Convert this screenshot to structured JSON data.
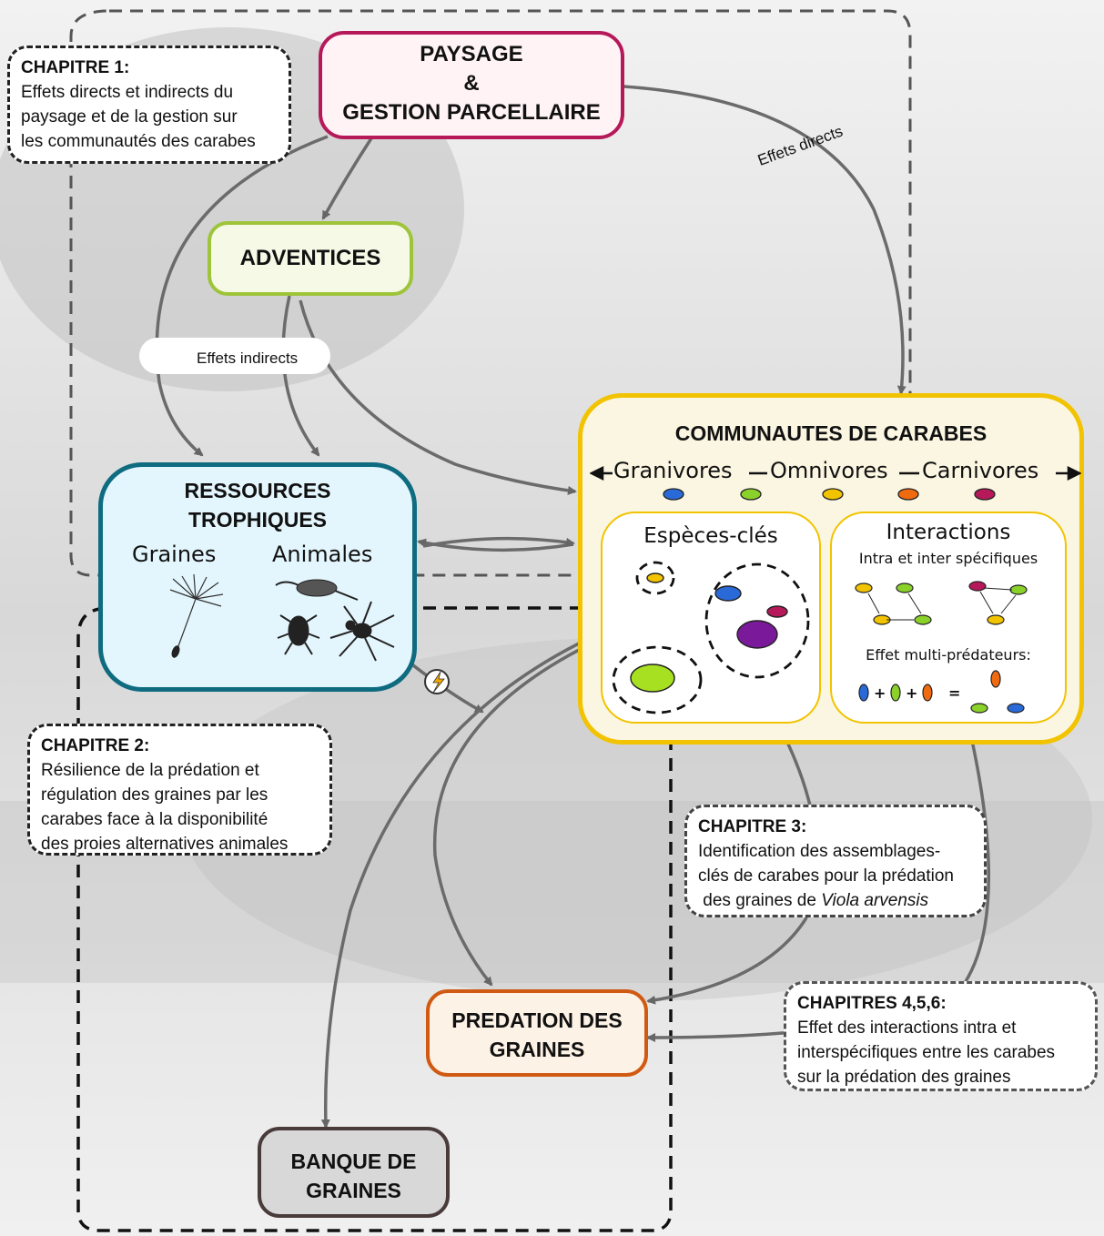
{
  "colors": {
    "paysage": "#b5195a",
    "adventices": "#9ec43a",
    "ressources": "#0e6b80",
    "communautes": "#f2c300",
    "predation": "#d05a12",
    "banque": "#4a3b3b",
    "arrow": "#6b6b6b"
  },
  "paysage": {
    "line1": "PAYSAGE",
    "line2": "&",
    "line3": "GESTION PARCELLAIRE"
  },
  "adventices": {
    "title": "ADVENTICES"
  },
  "ressources": {
    "line1": "RESSOURCES",
    "line2": "TROPHIQUES",
    "graines": "Graines",
    "animales": "Animales"
  },
  "communautes": {
    "title": "COMMUNAUTES DE CARABES",
    "spectrum": [
      "Granivores",
      "Omnivores",
      "Carnivores"
    ],
    "especes_cles": "Espèces-clés",
    "interactions": "Interactions",
    "intra_inter": "Intra et inter spécifiques",
    "multi_predateurs": "Effet multi-prédateurs:"
  },
  "predation": {
    "line1": "PREDATION DES",
    "line2": "GRAINES"
  },
  "banque": {
    "line1": "BANQUE DE",
    "line2": "GRAINES"
  },
  "labels": {
    "effets_directs": "Effets directs",
    "effets_indirects": "Effets indirects"
  },
  "chapitre1": {
    "title": "CHAPITRE 1:",
    "l1": "Effets directs et indirects du",
    "l2": "paysage et de la gestion sur",
    "l3": "les communautés des carabes"
  },
  "chapitre2": {
    "title": "CHAPITRE 2:",
    "l1": "Résilience de la prédation et",
    "l2": "régulation des graines par les",
    "l3": "carabes face à la disponibilité",
    "l4": "des proies alternatives animales"
  },
  "chapitre3": {
    "title": "CHAPITRE 3:",
    "l1": "Identification des assemblages-",
    "l2": "clés de carabes pour la prédation",
    "l3a": " des graines de ",
    "l3b": "Viola arvensis"
  },
  "chapitres456": {
    "title": "CHAPITRES 4,5,6:",
    "l1": "Effet des interactions intra et",
    "l2": "interspécifiques entre les carabes",
    "l3": "sur la prédation des graines"
  }
}
